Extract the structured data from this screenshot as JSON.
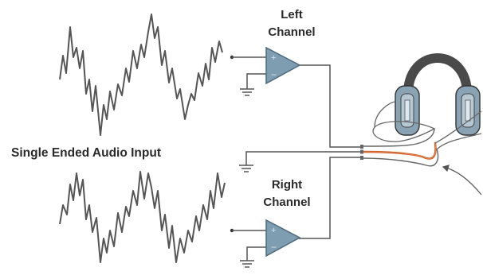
{
  "labels": {
    "left_channel_line1": "Left",
    "left_channel_line2": "Channel",
    "right_channel_line1": "Right",
    "right_channel_line2": "Channel",
    "input": "Single Ended Audio Input"
  },
  "colors": {
    "amp_fill": "#7f9db0",
    "amp_stroke": "#4f6a7c",
    "wire": "#555555",
    "headband": "#4a4a4a",
    "earcup": "#8aa3b4",
    "cable_orange": "#d25a1e",
    "waveform": "#555555"
  }
}
